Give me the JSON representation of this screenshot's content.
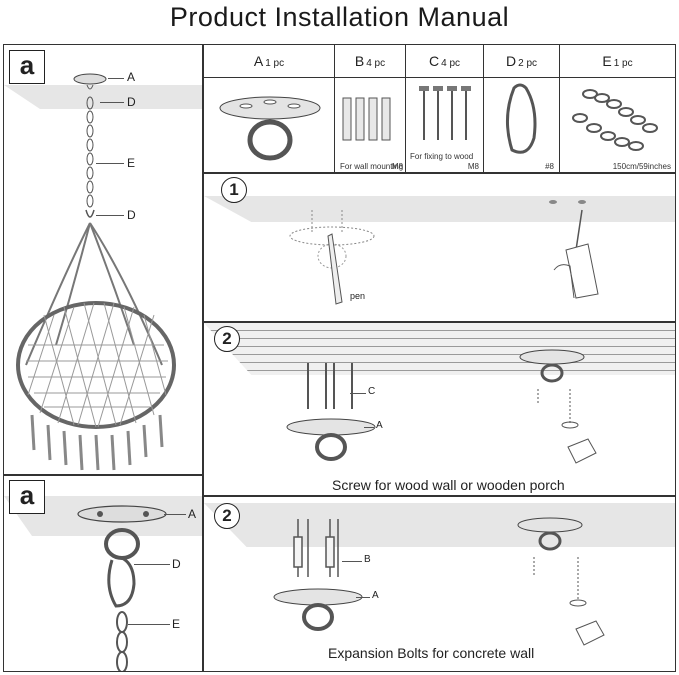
{
  "title": "Product Installation Manual",
  "panel_a_full": {
    "tag": "a",
    "labels": [
      "A",
      "D",
      "E",
      "D"
    ]
  },
  "panel_a_detail": {
    "tag": "a",
    "labels": [
      "A",
      "D",
      "E"
    ]
  },
  "parts": [
    {
      "letter": "A",
      "qty": "1 pc",
      "notes": []
    },
    {
      "letter": "B",
      "qty": "4 pc",
      "notes": [
        "For wall mounting",
        "M8"
      ]
    },
    {
      "letter": "C",
      "qty": "4 pc",
      "notes": [
        "For fixing to wood",
        "M8"
      ]
    },
    {
      "letter": "D",
      "qty": "2 pc",
      "notes": [
        "#8"
      ]
    },
    {
      "letter": "E",
      "qty": "1 pc",
      "notes": [
        "150cm/59inches"
      ]
    }
  ],
  "step1": {
    "number": "1",
    "pen_label": "pen"
  },
  "step2_wood": {
    "number": "2",
    "labels": [
      "C",
      "A"
    ],
    "caption": "Screw for wood wall or wooden porch"
  },
  "step2_concrete": {
    "number": "2",
    "labels": [
      "B",
      "A"
    ],
    "caption": "Expansion Bolts for concrete wall"
  }
}
